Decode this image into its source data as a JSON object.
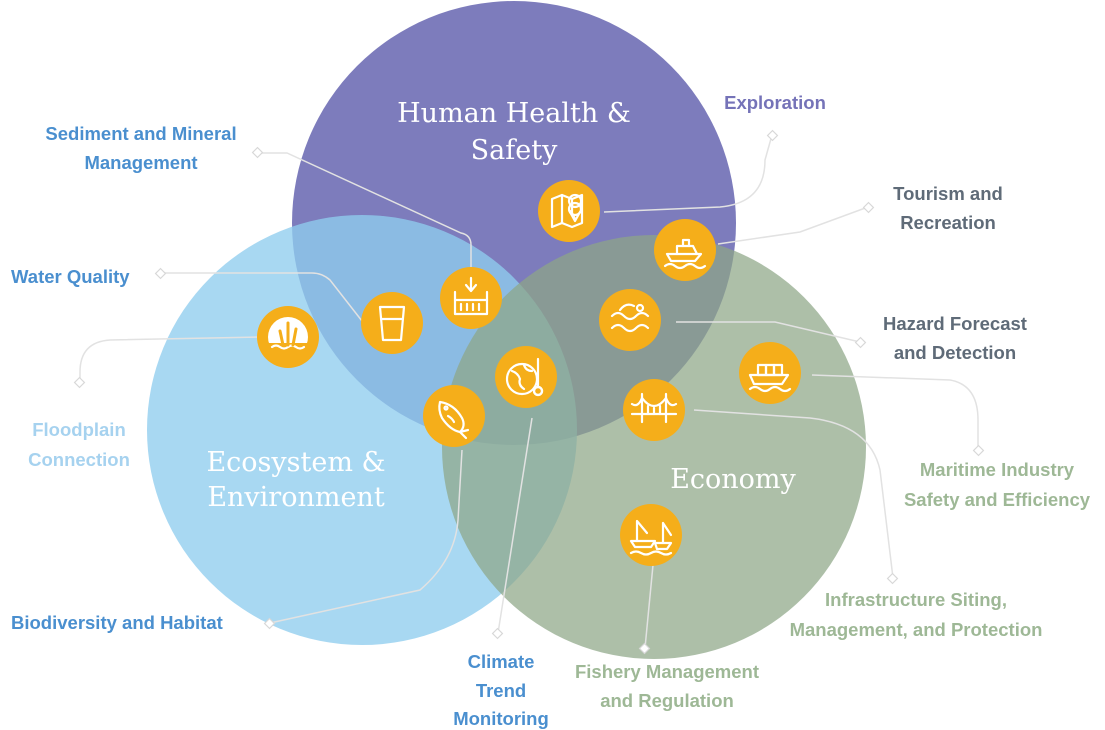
{
  "circles": {
    "health": {
      "title_line1": "Human Health &",
      "title_line2": "Safety",
      "color": "#6b6ab3"
    },
    "ecosystem": {
      "title_line1": "Ecosystem &",
      "title_line2": "Environment",
      "color": "#8fcdee"
    },
    "economy": {
      "title": "Economy",
      "color": "#8ea686"
    }
  },
  "colors": {
    "icon_fill": "#f5ae1a",
    "health_label": "#7573b8",
    "economy_label": "#9eb896",
    "dark_label": "#5f6b78",
    "blue_label": "#4a8fcf",
    "light_label": "#a6d2ef",
    "connector": "#e2e2e2"
  },
  "labels": {
    "sediment": {
      "line1": "Sediment and Mineral",
      "line2": "Management"
    },
    "water_quality": {
      "line1": "Water Quality"
    },
    "floodplain": {
      "line1": "Floodplain",
      "line2": "Connection"
    },
    "biodiversity": {
      "line1": "Biodiversity and Habitat"
    },
    "climate": {
      "line1": "Climate",
      "line2": "Trend",
      "line3": "Monitoring"
    },
    "fishery": {
      "line1": "Fishery Management",
      "line2": "and Regulation"
    },
    "infrastructure": {
      "line1": "Infrastructure Siting,",
      "line2": "Management, and Protection"
    },
    "maritime": {
      "line1": "Maritime Industry",
      "line2": "Safety and Efficiency"
    },
    "hazard": {
      "line1": "Hazard Forecast",
      "line2": "and Detection"
    },
    "tourism": {
      "line1": "Tourism and",
      "line2": "Recreation"
    },
    "exploration": {
      "line1": "Exploration"
    }
  },
  "icons": [
    "map-pin-icon",
    "boat-icon",
    "sediment-icon",
    "water-glass-icon",
    "reeds-icon",
    "wave-swimmer-icon",
    "cargo-ship-icon",
    "globe-thermometer-icon",
    "fish-icon",
    "bridge-icon",
    "fishing-boats-icon"
  ]
}
